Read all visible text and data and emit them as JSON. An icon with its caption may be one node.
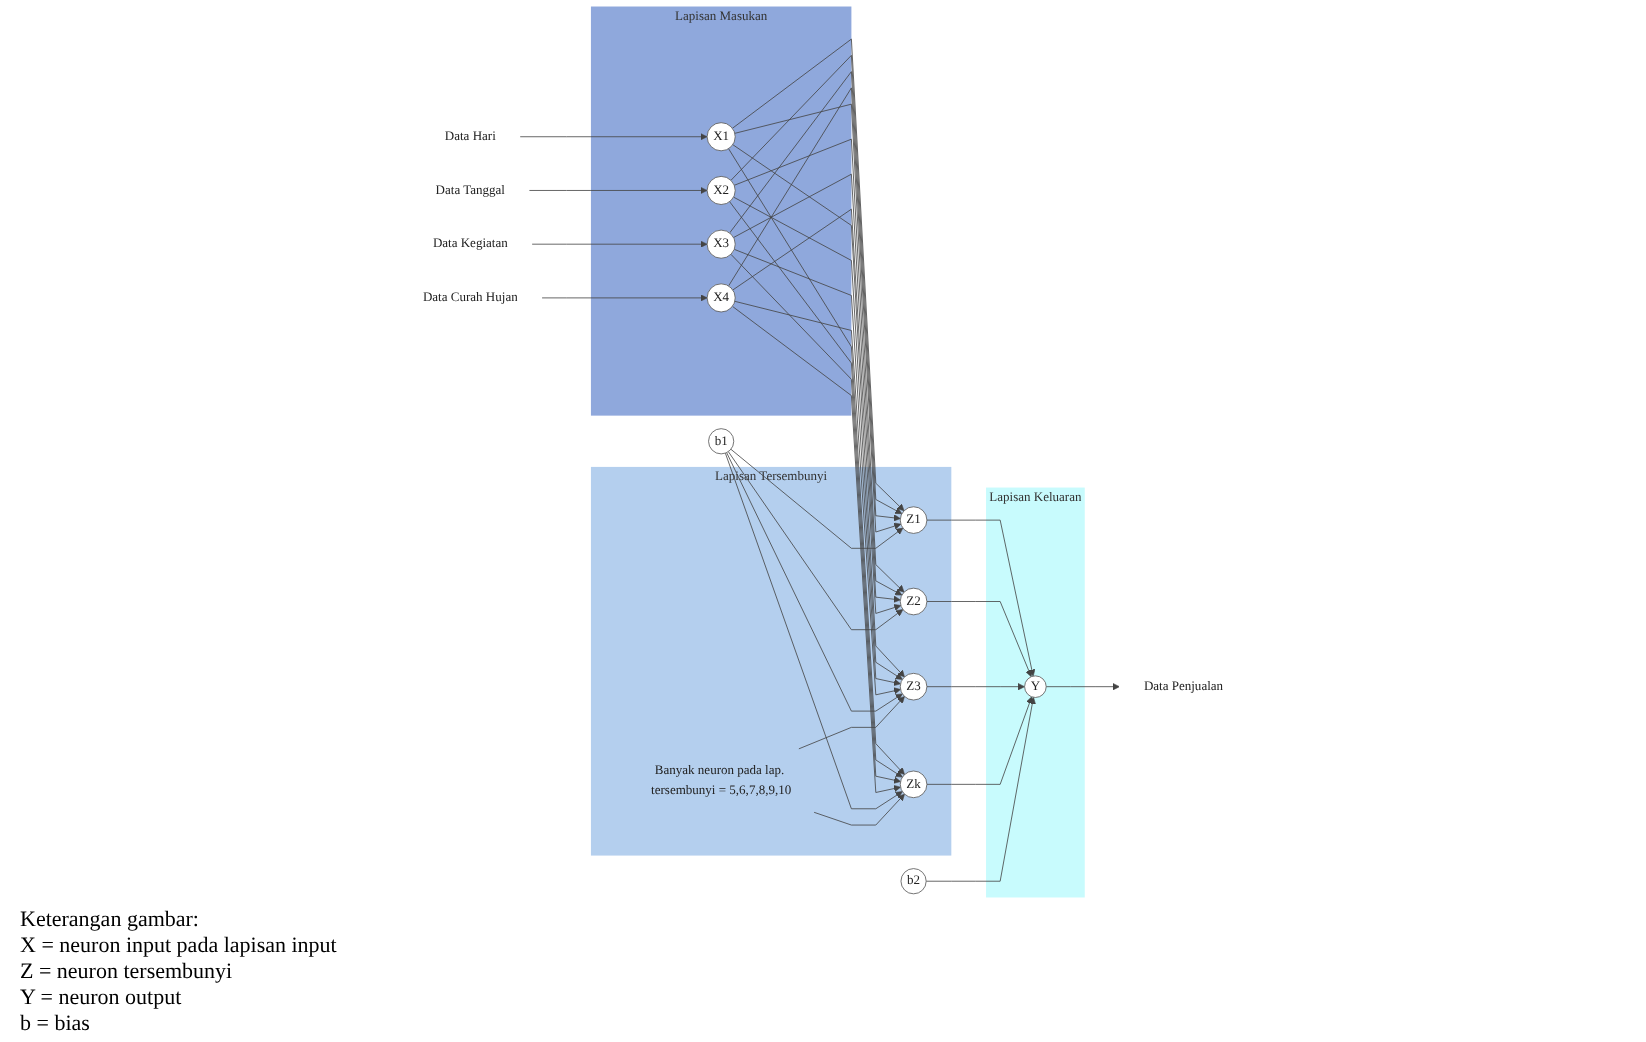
{
  "diagram": {
    "nodes": [
      {
        "text": [
          "b1"
        ]
      },
      {
        "text": [
          "b2"
        ]
      },
      {
        "text": [
          "Data Hari"
        ]
      },
      {
        "text": [
          "Data Tanggal"
        ]
      },
      {
        "text": [
          "Data Kegiatan"
        ]
      },
      {
        "text": [
          "Data Curah Hujan"
        ]
      },
      {
        "text": [
          "Lapisan Masukan"
        ]
      },
      {
        "text": [
          "X1"
        ],
        "in": 6
      },
      {
        "text": [
          "X2"
        ],
        "in": 6
      },
      {
        "text": [
          "X3"
        ],
        "in": 6
      },
      {
        "text": [
          "X4"
        ],
        "in": 6
      },
      {
        "text": [
          "Lapisan Tersembunyi"
        ]
      },
      {
        "text": [
          "Z1"
        ],
        "in": 11
      },
      {
        "text": [
          "Z2"
        ],
        "in": 11
      },
      {
        "text": [
          "Z3"
        ],
        "in": 11
      },
      {
        "text": [
          "Banyak neuron pada lap. tersembunyi = 5,6,7,8,9,10"
        ],
        "in": 11
      },
      {
        "text": [
          "Zk"
        ],
        "in": 11
      },
      {
        "text": [
          "Lapisan Keluaran"
        ]
      },
      {
        "text": [
          "Y"
        ],
        "in": 17
      },
      {
        "text": [
          "Data Penjualan"
        ]
      }
    ],
    "edges": [
      {
        "from": 2,
        "to": 7,
        "arrow": "to"
      },
      {
        "from": 3,
        "to": 8,
        "arrow": "to"
      },
      {
        "from": 4,
        "to": 9,
        "arrow": "to"
      },
      {
        "from": 5,
        "to": 10,
        "arrow": "to"
      },
      {
        "from": 7,
        "to": 12,
        "arrow": "to"
      },
      {
        "from": 7,
        "to": 13,
        "arrow": "to"
      },
      {
        "from": 7,
        "to": 14,
        "arrow": "to"
      },
      {
        "from": 7,
        "to": 16,
        "arrow": "to"
      },
      {
        "from": 8,
        "to": 12,
        "arrow": "to"
      },
      {
        "from": 8,
        "to": 13,
        "arrow": "to"
      },
      {
        "from": 8,
        "to": 14,
        "arrow": "to"
      },
      {
        "from": 8,
        "to": 16,
        "arrow": "to"
      },
      {
        "from": 9,
        "to": 12,
        "arrow": "to"
      },
      {
        "from": 9,
        "to": 13,
        "arrow": "to"
      },
      {
        "from": 9,
        "to": 14,
        "arrow": "to"
      },
      {
        "from": 9,
        "to": 16,
        "arrow": "to"
      },
      {
        "from": 10,
        "to": 12,
        "arrow": "to"
      },
      {
        "from": 10,
        "to": 13,
        "arrow": "to"
      },
      {
        "from": 10,
        "to": 14,
        "arrow": "to"
      },
      {
        "from": 10,
        "to": 16,
        "arrow": "to"
      },
      {
        "from": 0,
        "to": 12,
        "arrow": "to"
      },
      {
        "from": 0,
        "to": 13,
        "arrow": "to"
      },
      {
        "from": 0,
        "to": 14,
        "arrow": "to"
      },
      {
        "from": 0,
        "to": 16,
        "arrow": "to"
      },
      {
        "from": 15,
        "to": 14,
        "arrow": "to"
      },
      {
        "from": 15,
        "to": 16,
        "arrow": "to"
      },
      {
        "from": 12,
        "to": 18,
        "arrow": "to"
      },
      {
        "from": 13,
        "to": 18,
        "arrow": "to"
      },
      {
        "from": 14,
        "to": 18,
        "arrow": "to"
      },
      {
        "from": 16,
        "to": 18,
        "arrow": "to"
      },
      {
        "from": 1,
        "to": 18,
        "arrow": "to"
      },
      {
        "from": 18,
        "to": 19,
        "arrow": "to"
      }
    ],
    "labels": [
      "Keterangan gambar:",
      "X = neuron input pada lapisan input",
      "Z = neuron tersembunyi",
      "Y = neuron output",
      "b = bias"
    ]
  }
}
